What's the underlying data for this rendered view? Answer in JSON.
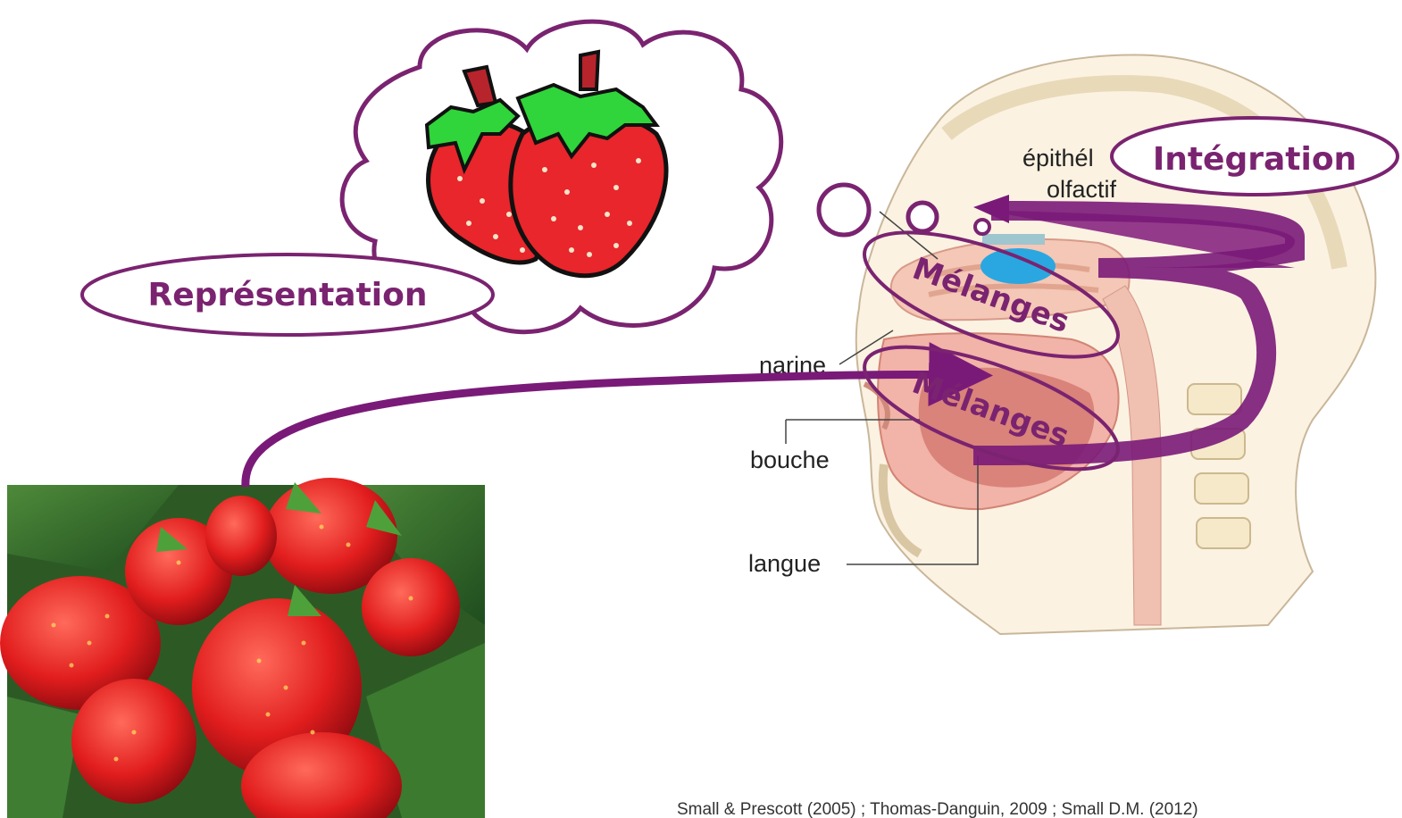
{
  "labels": {
    "representation": "Représentation",
    "integration": "Intégration",
    "melanges_top": "Mélanges",
    "melanges_bottom": "Mélanges"
  },
  "anatomy": {
    "epithelium_line1": "épithél",
    "epithelium_line2": "olfactif",
    "nostril": "narine",
    "mouth": "bouche",
    "tongue": "langue"
  },
  "reference": "Small & Prescott (2005) ; Thomas-Danguin, 2009 ; Small D.M. (2012)",
  "colors": {
    "accent": "#7a2370",
    "strawberry_red": "#e8262b",
    "leaf_green": "#2fd53a",
    "olfactory_blue": "#2aa7e0"
  }
}
